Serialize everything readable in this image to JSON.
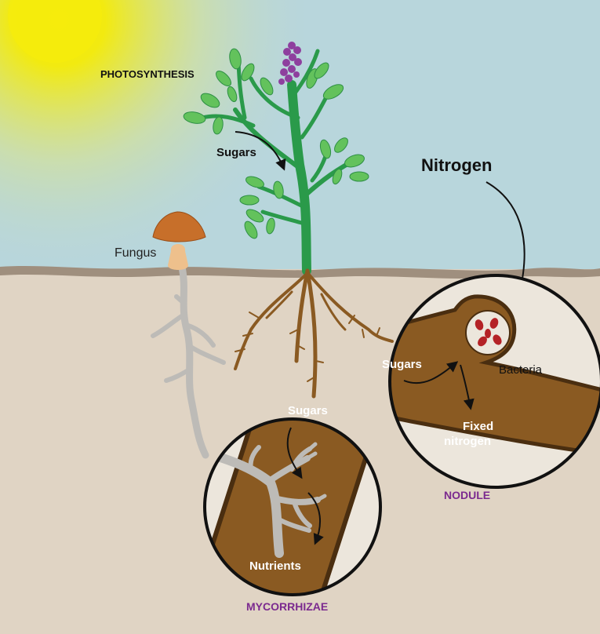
{
  "labels": {
    "photosynthesis": "PHOTOSYNTHESIS",
    "sugars_stem": "Sugars",
    "nitrogen": "Nitrogen",
    "fungus": "Fungus",
    "sugars_nodule": "Sugars",
    "bacteria": "Bacteria",
    "fixed_nitrogen_line1": "Fixed",
    "fixed_nitrogen_line2": "nitrogen",
    "nodule": "NODULE",
    "sugars_myco": "Sugars",
    "nutrients": "Nutrients",
    "mycorrhizae": "MYCORRHIZAE"
  },
  "colors": {
    "sky": "#b8d6dc",
    "sun": "#f2ea10",
    "soil": "#e0d4c4",
    "ground_line": "#9f8f7e",
    "stem": "#2a9a4a",
    "leaf": "#63c25c",
    "leaf_outline": "#2e8f45",
    "flower": "#8e3f9e",
    "root": "#8a5a22",
    "fungus_cap": "#c76f2a",
    "fungus_stalk": "#eec08c",
    "hyphae": "#bdbbb7",
    "inset_root": "#8a5a22",
    "inset_bg": "#ece6dc",
    "bacteria": "#b42226",
    "purple_label": "#7b2a8f"
  }
}
